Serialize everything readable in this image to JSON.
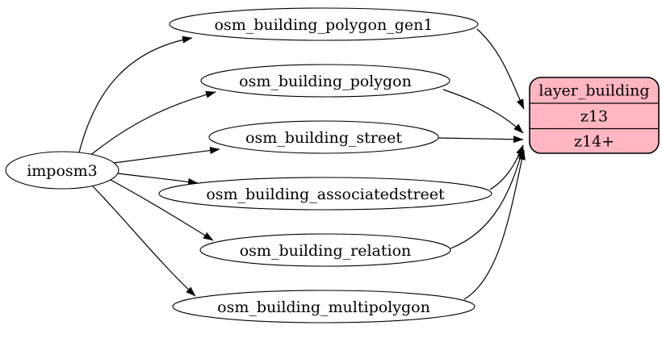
{
  "diagram": {
    "type": "graphviz-flow",
    "background_color": "#ffffff",
    "edge_color": "#000000",
    "source_node": {
      "label": "imposm3"
    },
    "table_nodes": [
      {
        "label": "osm_building_polygon_gen1"
      },
      {
        "label": "osm_building_polygon"
      },
      {
        "label": "osm_building_street"
      },
      {
        "label": "osm_building_associatedstreet"
      },
      {
        "label": "osm_building_relation"
      },
      {
        "label": "osm_building_multipolygon"
      }
    ],
    "layer_node": {
      "title": "layer_building",
      "rows": [
        "z13",
        "z14+"
      ],
      "fill": "#ffb6c1",
      "stroke": "#000000"
    },
    "edges": [
      {
        "from": "imposm3",
        "to": "osm_building_polygon_gen1"
      },
      {
        "from": "imposm3",
        "to": "osm_building_polygon"
      },
      {
        "from": "imposm3",
        "to": "osm_building_street"
      },
      {
        "from": "imposm3",
        "to": "osm_building_associatedstreet"
      },
      {
        "from": "imposm3",
        "to": "osm_building_relation"
      },
      {
        "from": "imposm3",
        "to": "osm_building_multipolygon"
      },
      {
        "from": "osm_building_polygon_gen1",
        "to": "layer_building:z13"
      },
      {
        "from": "osm_building_polygon",
        "to": "layer_building:z14+"
      },
      {
        "from": "osm_building_street",
        "to": "layer_building:z14+"
      },
      {
        "from": "osm_building_associatedstreet",
        "to": "layer_building:z14+"
      },
      {
        "from": "osm_building_relation",
        "to": "layer_building:z14+"
      },
      {
        "from": "osm_building_multipolygon",
        "to": "layer_building:z14+"
      }
    ]
  }
}
